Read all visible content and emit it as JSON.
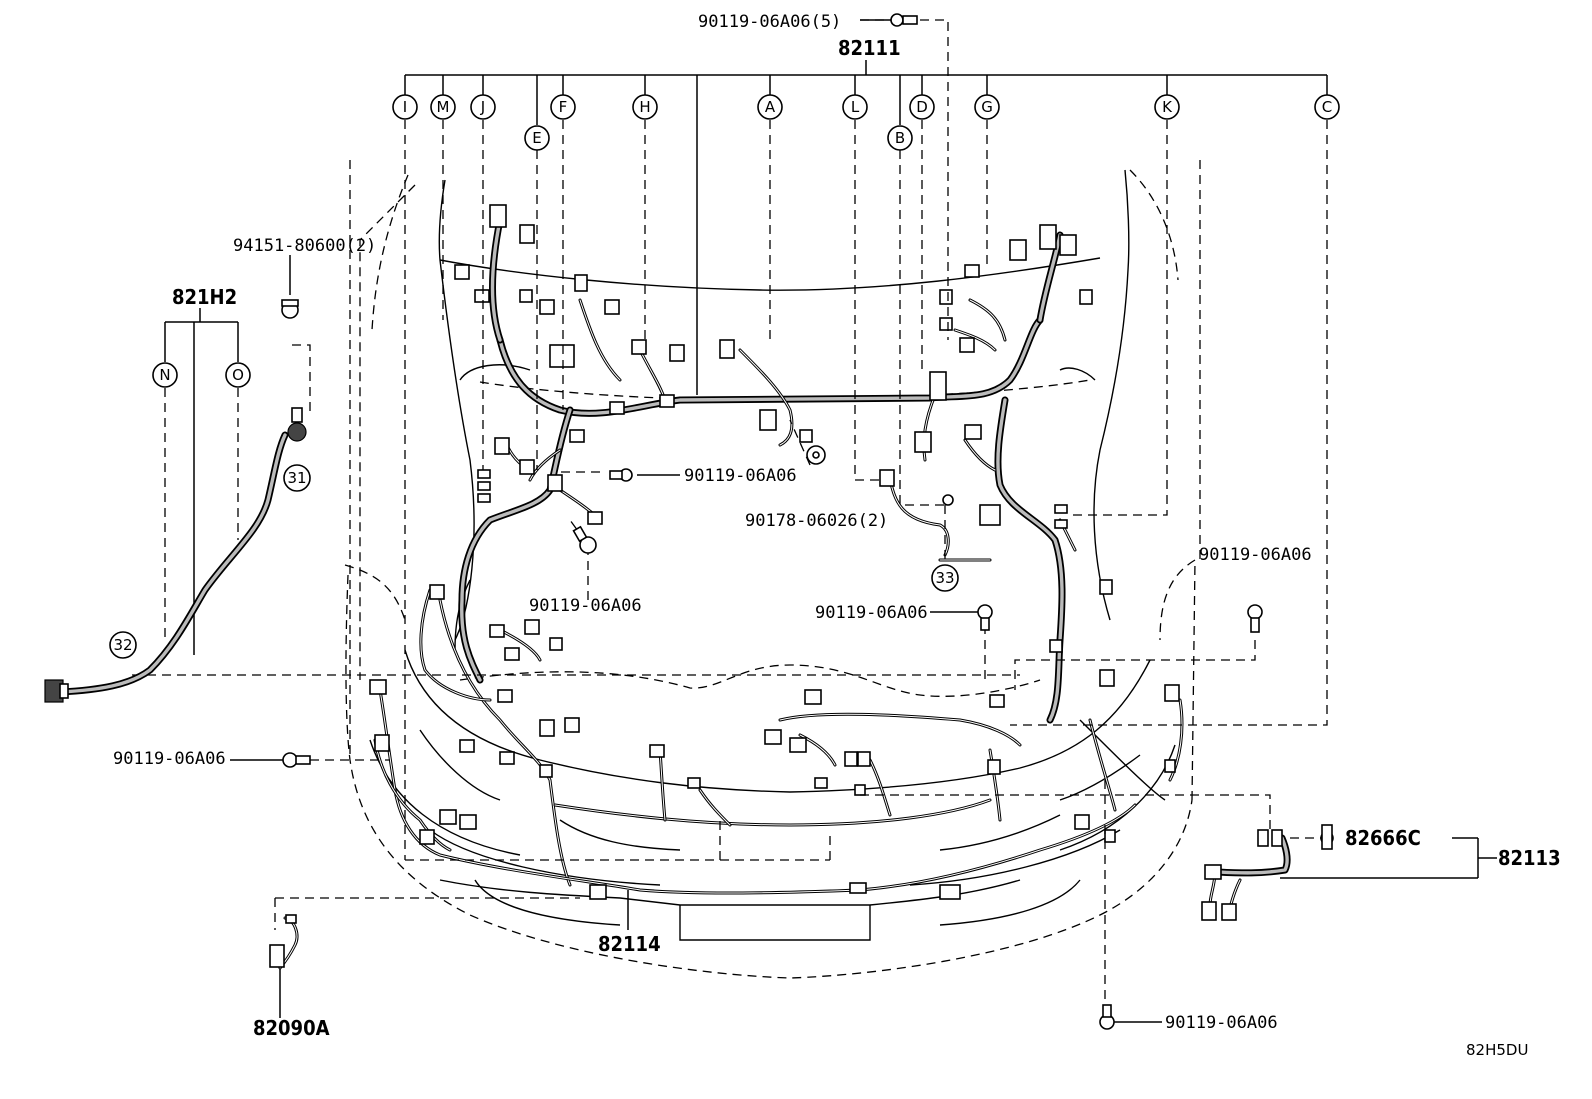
{
  "callouts": {
    "c1": "90119-06A06(5)",
    "c2": "82111",
    "c3": "94151-80600(2)",
    "c4": "821H2",
    "c5": "90119-06A06",
    "c6": "90178-06026(2)",
    "c7": "90119-06A06",
    "c8": "90119-06A06",
    "c9": "90119-06A06",
    "c10": "90119-06A06",
    "c11": "82666C",
    "c12": "82113",
    "c13": "82114",
    "c14": "82090A",
    "c15": "90119-06A06",
    "c16": "82H5DU"
  },
  "letters": {
    "I": "I",
    "M": "M",
    "J": "J",
    "E": "E",
    "F": "F",
    "H": "H",
    "A": "A",
    "L": "L",
    "B": "B",
    "D": "D",
    "G": "G",
    "K": "K",
    "C": "C",
    "N": "N",
    "O": "O"
  },
  "refs": {
    "r31": "31",
    "r32": "32",
    "r33": "33"
  }
}
